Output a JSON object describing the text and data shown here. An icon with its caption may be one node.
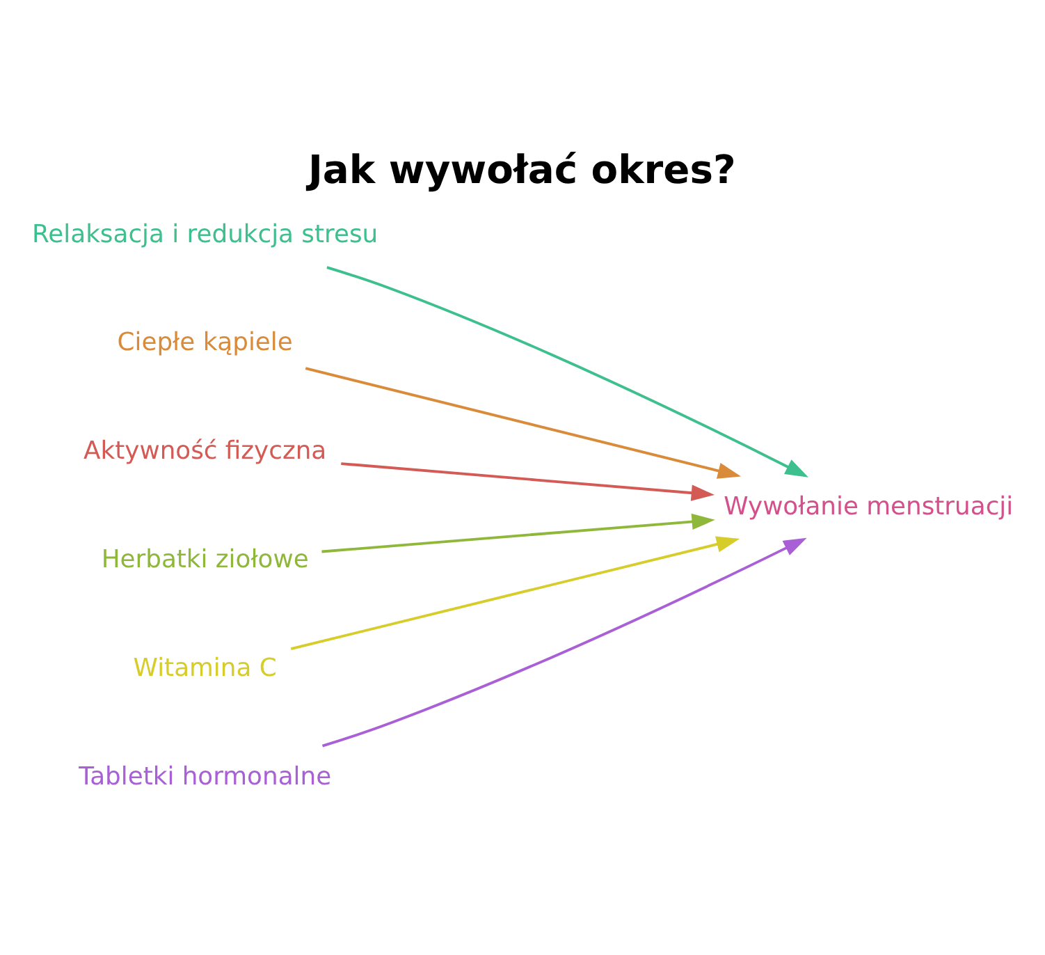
{
  "diagram": {
    "title": "Jak wywołać okres?",
    "nodes": [
      {
        "text": [
          "Relaksacja i redukcja stresu"
        ]
      },
      {
        "text": [
          "Ciepłe kąpiele"
        ]
      },
      {
        "text": [
          "Aktywność fizyczna"
        ]
      },
      {
        "text": [
          "Herbatki ziołowe"
        ]
      },
      {
        "text": [
          "Witamina C"
        ]
      },
      {
        "text": [
          "Tabletki hormonalne"
        ]
      },
      {
        "text": [
          "Wywołanie menstruacji"
        ]
      }
    ],
    "edges": [
      {
        "from": 0,
        "to": 6,
        "arrow": "to",
        "color": "#3dbf8e"
      },
      {
        "from": 1,
        "to": 6,
        "arrow": "to",
        "color": "#d98b3a"
      },
      {
        "from": 2,
        "to": 6,
        "arrow": "to",
        "color": "#d35a55"
      },
      {
        "from": 3,
        "to": 6,
        "arrow": "to",
        "color": "#8fb83a"
      },
      {
        "from": 4,
        "to": 6,
        "arrow": "to",
        "color": "#d6cc2a"
      },
      {
        "from": 5,
        "to": 6,
        "arrow": "to",
        "color": "#a960d6"
      }
    ]
  }
}
